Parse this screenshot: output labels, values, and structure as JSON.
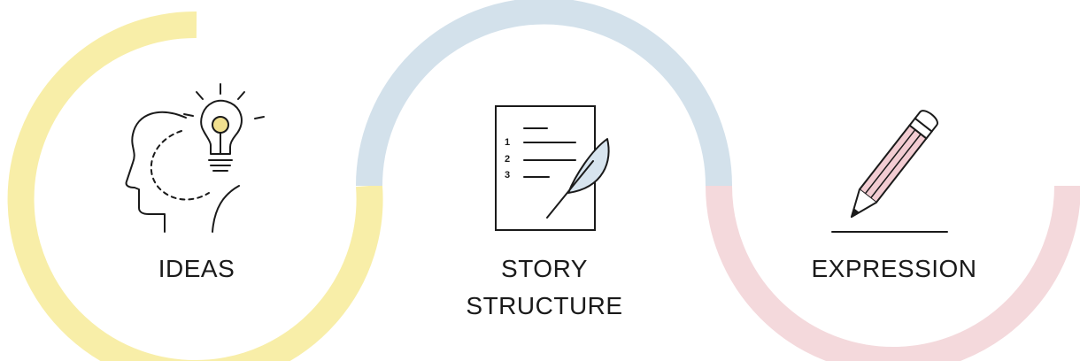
{
  "colors": {
    "ideas_arc": "#F8EEA8",
    "structure_arc": "#D3E1EB",
    "expression_arc": "#F4D9DC",
    "bulb_fill": "#F1E08F",
    "paper_fold_fill": "#D7E4EE",
    "pencil_fill": "#F2CCD2",
    "ink": "#1a1a1a"
  },
  "stages": [
    {
      "label": "IDEAS",
      "icon": "head-lightbulb-icon"
    },
    {
      "label_line1": "STORY",
      "label_line2": "STRUCTURE",
      "icon": "numbered-document-icon"
    },
    {
      "label": "EXPRESSION",
      "icon": "pencil-icon"
    }
  ],
  "document_numbers": [
    "1",
    "2",
    "3"
  ]
}
